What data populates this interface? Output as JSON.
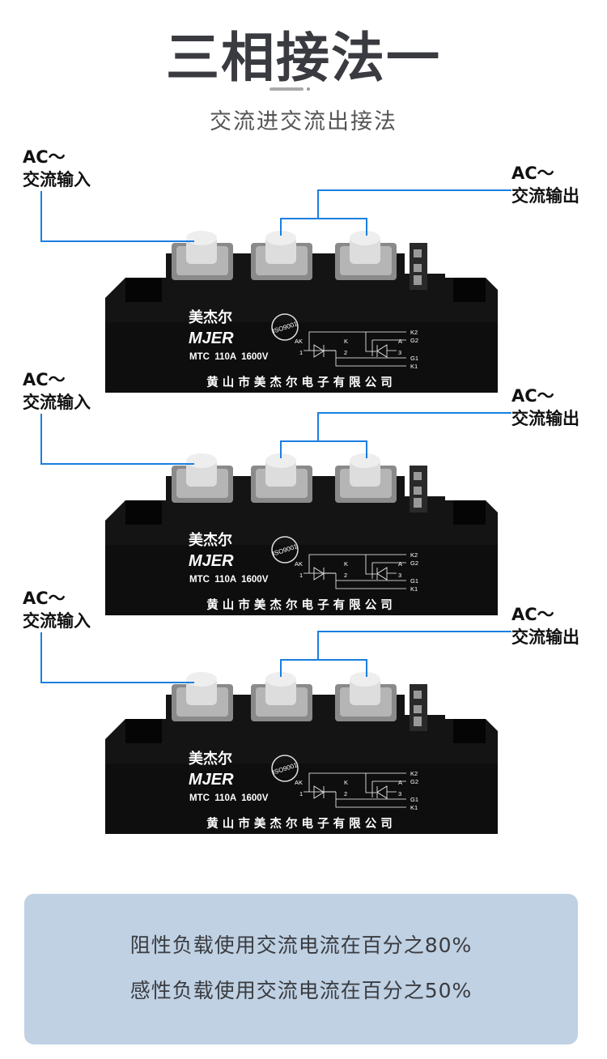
{
  "header": {
    "title": "三相接法一",
    "subtitle": "交流进交流出接法"
  },
  "labels": {
    "input_line1": "AC～",
    "input_line2": "交流输入",
    "output_line1": "AC～",
    "output_line2": "交流输出"
  },
  "module": {
    "brand_cn": "美杰尔",
    "brand_en": "MJER",
    "iso": "ISO9001",
    "model": "MTC  110A  1600V",
    "company": "黄 山 市 美 杰 尔 电 子 有 限 公 司",
    "pins": {
      "ak": "AK",
      "k": "K",
      "a": "A",
      "n1": "1",
      "n2": "2",
      "n3": "3",
      "k2": "K2",
      "g2": "G2",
      "g1": "G1",
      "k1": "K1"
    }
  },
  "notes": [
    "阻性负载使用交流电流在百分之80%",
    "感性负载使用交流电流在百分之50%"
  ],
  "colors": {
    "wire": "#1a7fe0",
    "note_bg": "#bfd1e3",
    "title": "#3a3b40"
  }
}
